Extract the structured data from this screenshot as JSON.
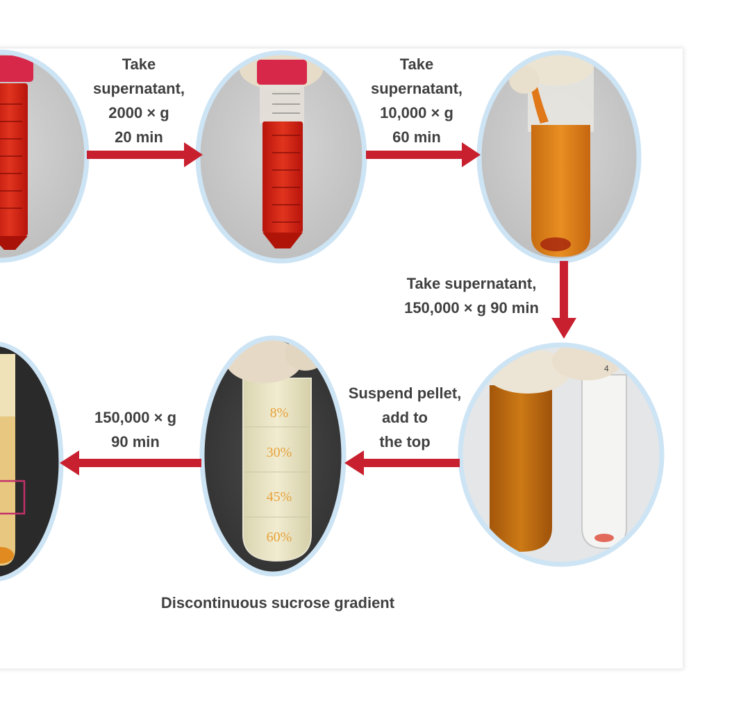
{
  "steps": {
    "step1": {
      "lines": [
        "Take",
        "supernatant,",
        "2000 × g",
        "20 min"
      ]
    },
    "step2": {
      "lines": [
        "Take",
        "supernatant,",
        "10,000 × g",
        "60 min"
      ]
    },
    "step3": {
      "lines": [
        "Take supernatant,",
        "150,000 × g 90 min"
      ]
    },
    "step4": {
      "lines": [
        "Suspend pellet,",
        "add to",
        "the top"
      ]
    },
    "step5": {
      "lines": [
        "150,000 × g",
        "90 min"
      ]
    }
  },
  "gradient": {
    "caption": "Discontinuous sucrose gradient",
    "layers": [
      "8%",
      "30%",
      "45%",
      "60%"
    ]
  },
  "tube_numbers": [
    "4"
  ],
  "colors": {
    "arrow": "#c8202f",
    "frame": "#cde4f5",
    "text": "#404040",
    "gradient_label": "#e8a23a",
    "highlight_box": "#c2306a"
  }
}
